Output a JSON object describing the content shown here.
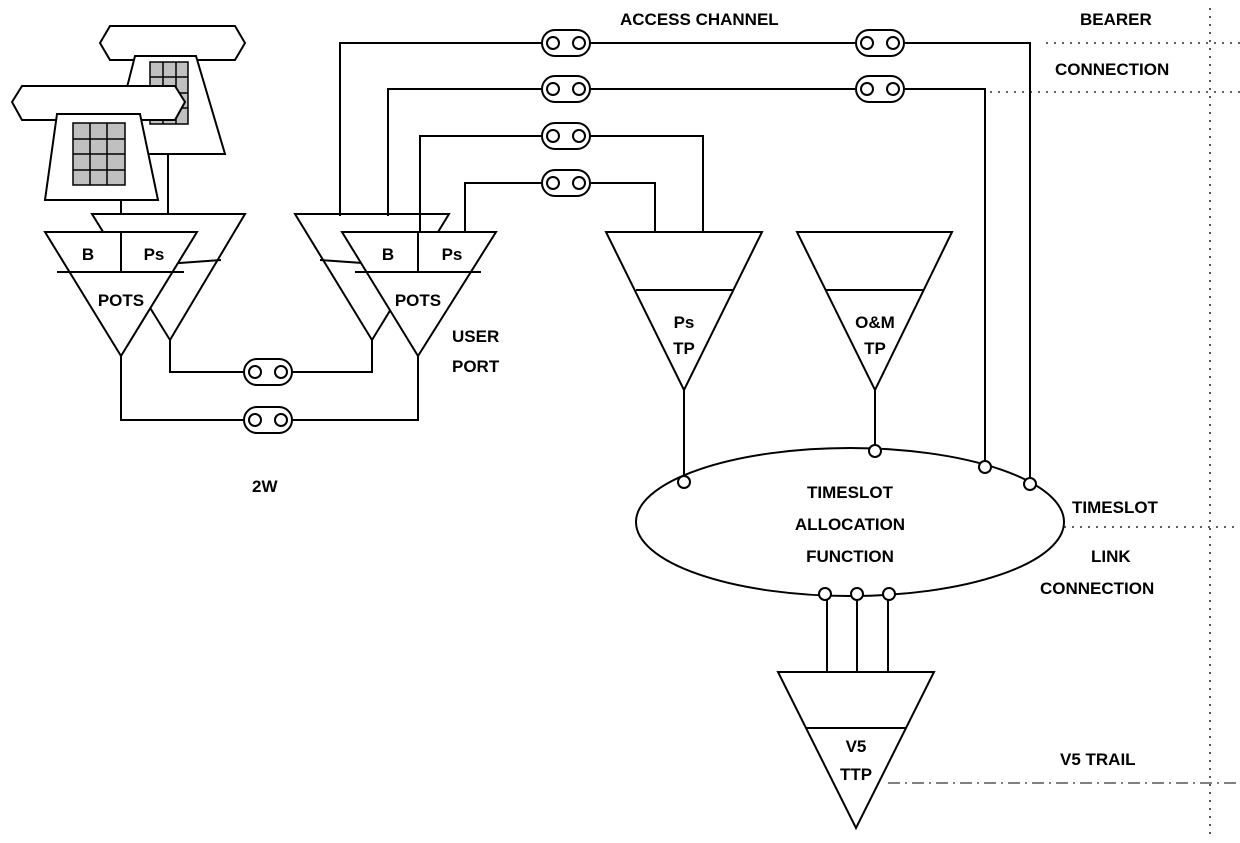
{
  "labels": {
    "access_channel": "ACCESS CHANNEL",
    "bearer": "BEARER",
    "connection": "CONNECTION",
    "user_port_line1": "USER",
    "user_port_line2": "PORT",
    "two_wire": "2W",
    "timeslot": "TIMESLOT",
    "link": "LINK",
    "link_connection": "CONNECTION",
    "v5_trail": "V5 TRAIL"
  },
  "left_port": {
    "b": "B",
    "ps": "Ps",
    "pots": "POTS"
  },
  "right_port": {
    "b": "B",
    "ps": "Ps",
    "pots": "POTS"
  },
  "ps_tp": {
    "line1": "Ps",
    "line2": "TP"
  },
  "om_tp": {
    "line1": "O&M",
    "line2": "TP"
  },
  "taf": {
    "line1": "TIMESLOT",
    "line2": "ALLOCATION",
    "line3": "FUNCTION"
  },
  "v5_ttp": {
    "line1": "V5",
    "line2": "TTP"
  },
  "colors": {
    "line": "#000000",
    "keypad": "#c0c0c0",
    "background": "#ffffff"
  }
}
